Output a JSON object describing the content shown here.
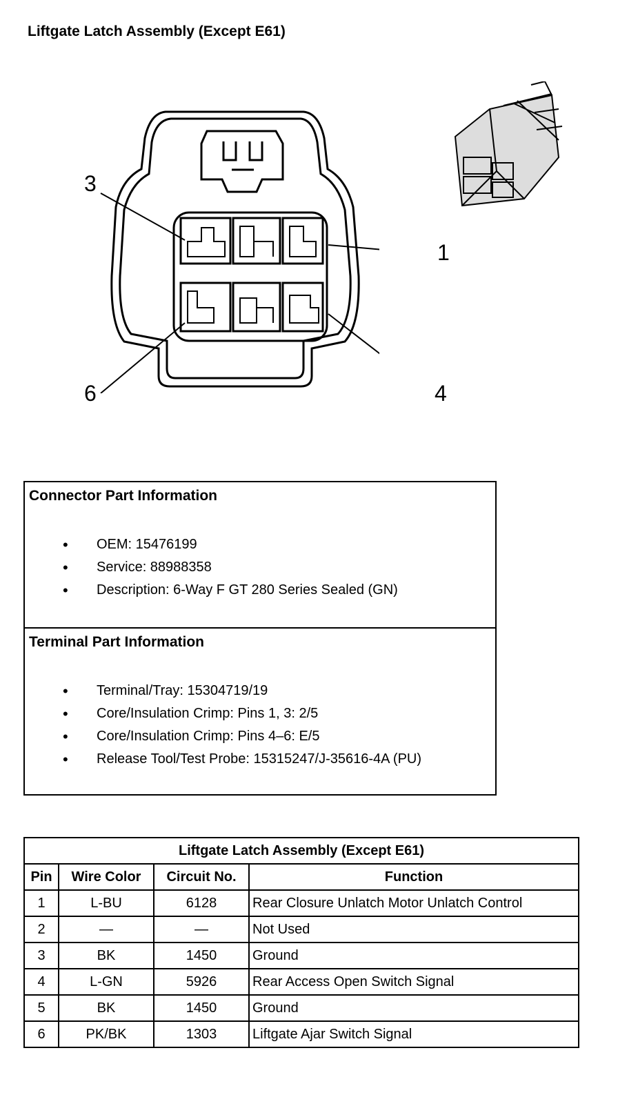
{
  "page": {
    "title": "Liftgate Latch Assembly (Except E61)"
  },
  "diagram": {
    "callouts": [
      "3",
      "1",
      "6",
      "4"
    ]
  },
  "connector_info": {
    "heading": "Connector Part Information",
    "items": [
      "OEM: 15476199",
      "Service: 88988358",
      "Description: 6-Way F GT 280 Series Sealed (GN)"
    ]
  },
  "terminal_info": {
    "heading": "Terminal Part Information",
    "items": [
      "Terminal/Tray: 15304719/19",
      "Core/Insulation Crimp: Pins 1, 3: 2/5",
      "Core/Insulation Crimp: Pins 4–6: E/5",
      "Release Tool/Test Probe: 15315247/J-35616-4A (PU)"
    ]
  },
  "pin_table": {
    "caption": "Liftgate Latch Assembly (Except E61)",
    "headers": [
      "Pin",
      "Wire Color",
      "Circuit No.",
      "Function"
    ],
    "rows": [
      [
        "1",
        "L-BU",
        "6128",
        "Rear Closure Unlatch Motor Unlatch Control"
      ],
      [
        "2",
        "—",
        "—",
        "Not Used"
      ],
      [
        "3",
        "BK",
        "1450",
        "Ground"
      ],
      [
        "4",
        "L-GN",
        "5926",
        "Rear Access Open Switch Signal"
      ],
      [
        "5",
        "BK",
        "1450",
        "Ground"
      ],
      [
        "6",
        "PK/BK",
        "1303",
        "Liftgate Ajar Switch Signal"
      ]
    ]
  }
}
